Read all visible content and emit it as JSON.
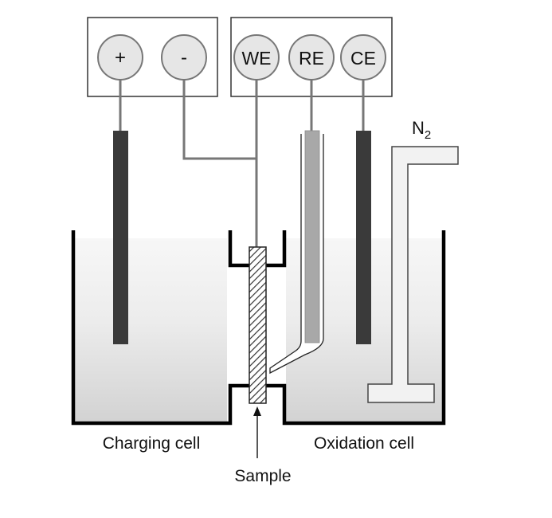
{
  "power_supply": {
    "positive_label": "+",
    "negative_label": "-"
  },
  "potentiostat": {
    "we_label": "WE",
    "re_label": "RE",
    "ce_label": "CE"
  },
  "gas_inlet": {
    "label_main": "N",
    "label_subscript": "2"
  },
  "cells": {
    "charging_label": "Charging cell",
    "oxidation_label": "Oxidation cell"
  },
  "sample_label": "Sample",
  "colors": {
    "electrode_dark": "#3a3a3a",
    "reference_electrode": "#a8a8a8",
    "terminal_fill": "#e6e6e6",
    "wire": "#777777",
    "electrolyte_top": "#f7f7f7",
    "electrolyte_bottom": "#d2d2d2"
  }
}
